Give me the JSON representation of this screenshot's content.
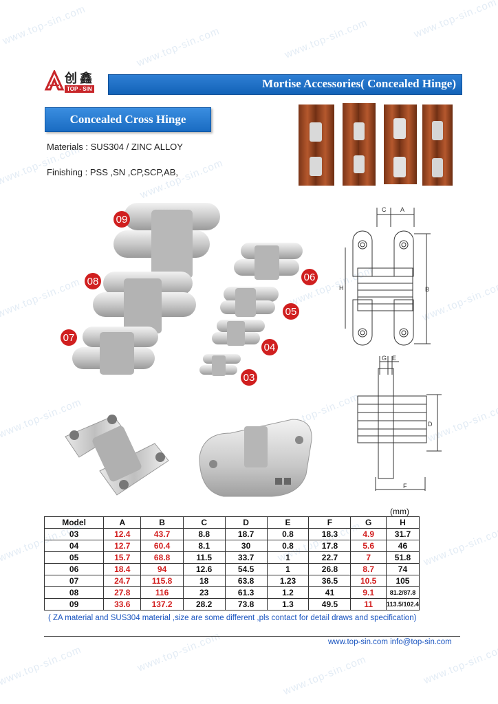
{
  "watermark": "www.top-sin.com",
  "header": {
    "logo_cn": "创鑫",
    "logo_en": "TOP - SIN",
    "section_title": "Mortise Accessories( Concealed Hinge)"
  },
  "product": {
    "title": "Concealed Cross Hinge",
    "materials": "Materials : SUS304 / ZINC ALLOY",
    "finishing": "Finishing  : PSS ,SN ,CP,SCP,AB,"
  },
  "photo_badges": [
    "09",
    "08",
    "07",
    "06",
    "05",
    "04",
    "03"
  ],
  "drawing_labels": [
    "C",
    "A",
    "H",
    "B",
    "G",
    "E",
    "D",
    "F"
  ],
  "table": {
    "unit": "(mm)",
    "headers": [
      "Model",
      "A",
      "B",
      "C",
      "D",
      "E",
      "F",
      "G",
      "H"
    ],
    "rows": [
      [
        "03",
        "12.4",
        "43.7",
        "8.8",
        "18.7",
        "0.8",
        "18.3",
        "4.9",
        "31.7"
      ],
      [
        "04",
        "12.7",
        "60.4",
        "8.1",
        "30",
        "0.8",
        "17.8",
        "5.6",
        "46"
      ],
      [
        "05",
        "15.7",
        "68.8",
        "11.5",
        "33.7",
        "1",
        "22.7",
        "7",
        "51.8"
      ],
      [
        "06",
        "18.4",
        "94",
        "12.6",
        "54.5",
        "1",
        "26.8",
        "8.7",
        "74"
      ],
      [
        "07",
        "24.7",
        "115.8",
        "18",
        "63.8",
        "1.23",
        "36.5",
        "10.5",
        "105"
      ],
      [
        "08",
        "27.8",
        "116",
        "23",
        "61.3",
        "1.2",
        "41",
        "9.1",
        "81.2/87.8"
      ],
      [
        "09",
        "33.6",
        "137.2",
        "28.2",
        "73.8",
        "1.3",
        "49.5",
        "11",
        "113.5/102.4"
      ]
    ]
  },
  "note": "( ZA material and SUS304 material ,size are some different  ,pls contact for detail draws and specification)",
  "footer": {
    "contact": "www.top-sin.com  info@top-sin.com"
  },
  "colors": {
    "accent_blue": "#1a6cc2",
    "badge_red": "#d01f1f",
    "red_text": "#d21f1f"
  }
}
